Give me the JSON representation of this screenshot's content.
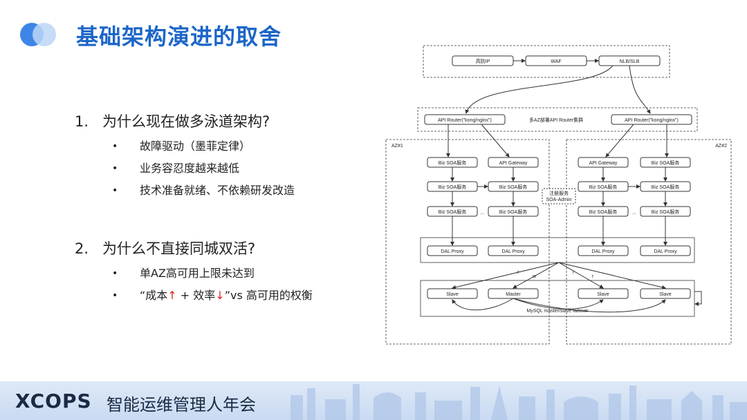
{
  "title": "基础架构演进的取舍",
  "q1": {
    "num": "1.",
    "text": "为什么现在做多泳道架构?",
    "bullets": [
      "故障驱动（墨菲定律）",
      "业务容忍度越来越低",
      "技术准备就绪、不依赖研发改造"
    ]
  },
  "q2": {
    "num": "2.",
    "text": "为什么不直接同城双活?",
    "bullet1": "单AZ高可用上限未达到",
    "bullet2": {
      "p1": "“成本",
      "up": "↑",
      "p2": " + 效率",
      "down": "↓",
      "p3": "”vs 高可用的权衡"
    }
  },
  "bullet_glyph": "•",
  "diagram": {
    "edge": {
      "ip": "高防IP",
      "waf": "WAF",
      "nlb": "NLB/SLB"
    },
    "router": {
      "left": "API Router(\"kong/nginx\")",
      "right": "API Router(\"kong/nginx\")",
      "cluster": "多AZ部署API Router集群"
    },
    "az1": "AZ#1",
    "az2": "AZ#2",
    "biz": "Biz SOA服务",
    "gateway": "API Gateway",
    "ellipsis": "...",
    "registry": {
      "line1": "注册服务",
      "line2": "SOA-Admin"
    },
    "dal": "DAL Proxy",
    "slave": "Slave",
    "master": "Master",
    "failover": "MySQL master/slave failover",
    "rw": {
      "r": "r",
      "w": "w"
    }
  },
  "footer": {
    "brand": "XCOPS",
    "brand_cn": "智能运维管理人年会"
  },
  "colors": {
    "title": "#1c66c8",
    "accent_red": "#e02020",
    "footer_bg": "#c9daf2"
  }
}
